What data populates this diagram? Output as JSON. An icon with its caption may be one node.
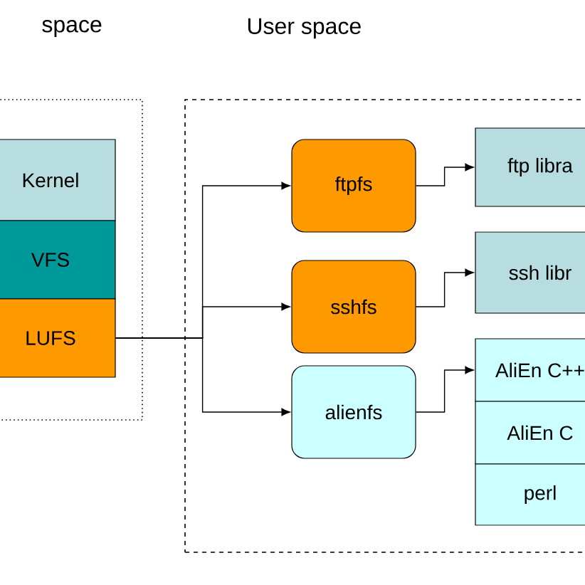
{
  "diagram": {
    "nodes": [
      {
        "text": [
          "space"
        ]
      },
      {
        "text": [
          "User space"
        ]
      },
      {
        "text": [
          "Kernel"
        ],
        "in": 0
      },
      {
        "text": [
          "VFS"
        ],
        "in": 0
      },
      {
        "text": [
          "LUFS"
        ],
        "in": 0
      },
      {
        "text": [
          "ftpfs"
        ],
        "in": 1
      },
      {
        "text": [
          "sshfs"
        ],
        "in": 1
      },
      {
        "text": [
          "alienfs"
        ],
        "in": 1
      },
      {
        "text": [
          "ftp libra"
        ],
        "in": 1
      },
      {
        "text": [
          "ssh libr"
        ],
        "in": 1
      },
      {
        "text": [
          "AliEn C++"
        ],
        "in": 1
      },
      {
        "text": [
          "AliEn  C"
        ],
        "in": 1
      },
      {
        "text": [
          "perl"
        ],
        "in": 1
      }
    ],
    "edges": [
      {
        "from": 4,
        "to": 5,
        "arrow": "to"
      },
      {
        "from": 4,
        "to": 6,
        "arrow": "to"
      },
      {
        "from": 4,
        "to": 7,
        "arrow": "to"
      },
      {
        "from": 5,
        "to": 8,
        "arrow": "to"
      },
      {
        "from": 6,
        "to": 9,
        "arrow": "to"
      },
      {
        "from": 7,
        "to": 10,
        "arrow": "to"
      }
    ]
  }
}
